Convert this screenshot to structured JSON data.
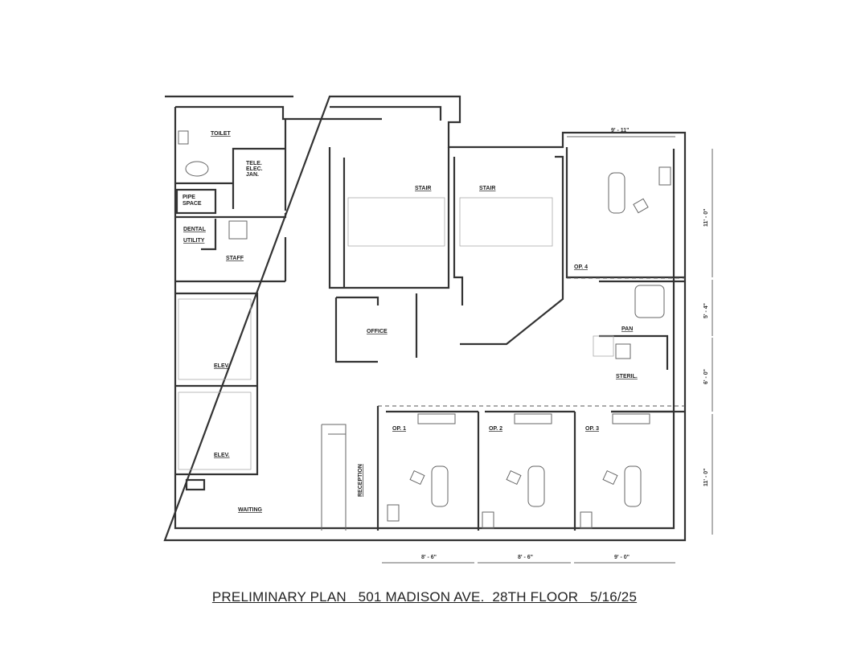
{
  "rooms": {
    "toilet": "TOILET",
    "tele": [
      "TELE.",
      "ELEC.",
      "JAN."
    ],
    "pipe_space": [
      "PIPE",
      "SPACE"
    ],
    "dental": "DENTAL",
    "utility": "UTILITY",
    "staff": "STAFF",
    "stair_1": "STAIR",
    "stair_2": "STAIR",
    "op4": "OP. 4",
    "pan": "PAN",
    "steril": "STERIL.",
    "office": "OFFICE",
    "elev_1": "ELEV.",
    "elev_2": "ELEV.",
    "reception": "RECEPTION",
    "waiting": "WAITING",
    "op1": "OP. 1",
    "op2": "OP. 2",
    "op3": "OP. 3"
  },
  "dimensions": {
    "op4_width": "9' - 11\"",
    "op4_depth": "11' - 0\"",
    "pan_depth": "5' - 4\"",
    "steril_depth": "6' - 0\"",
    "ops_depth": "11' - 0\"",
    "op1_width": "8' - 6\"",
    "op2_width": "8' - 6\"",
    "op3_width": "9' - 0\""
  },
  "title": "PRELIMINARY PLAN   501 MADISON AVE.  28TH FLOOR   5/16/25"
}
